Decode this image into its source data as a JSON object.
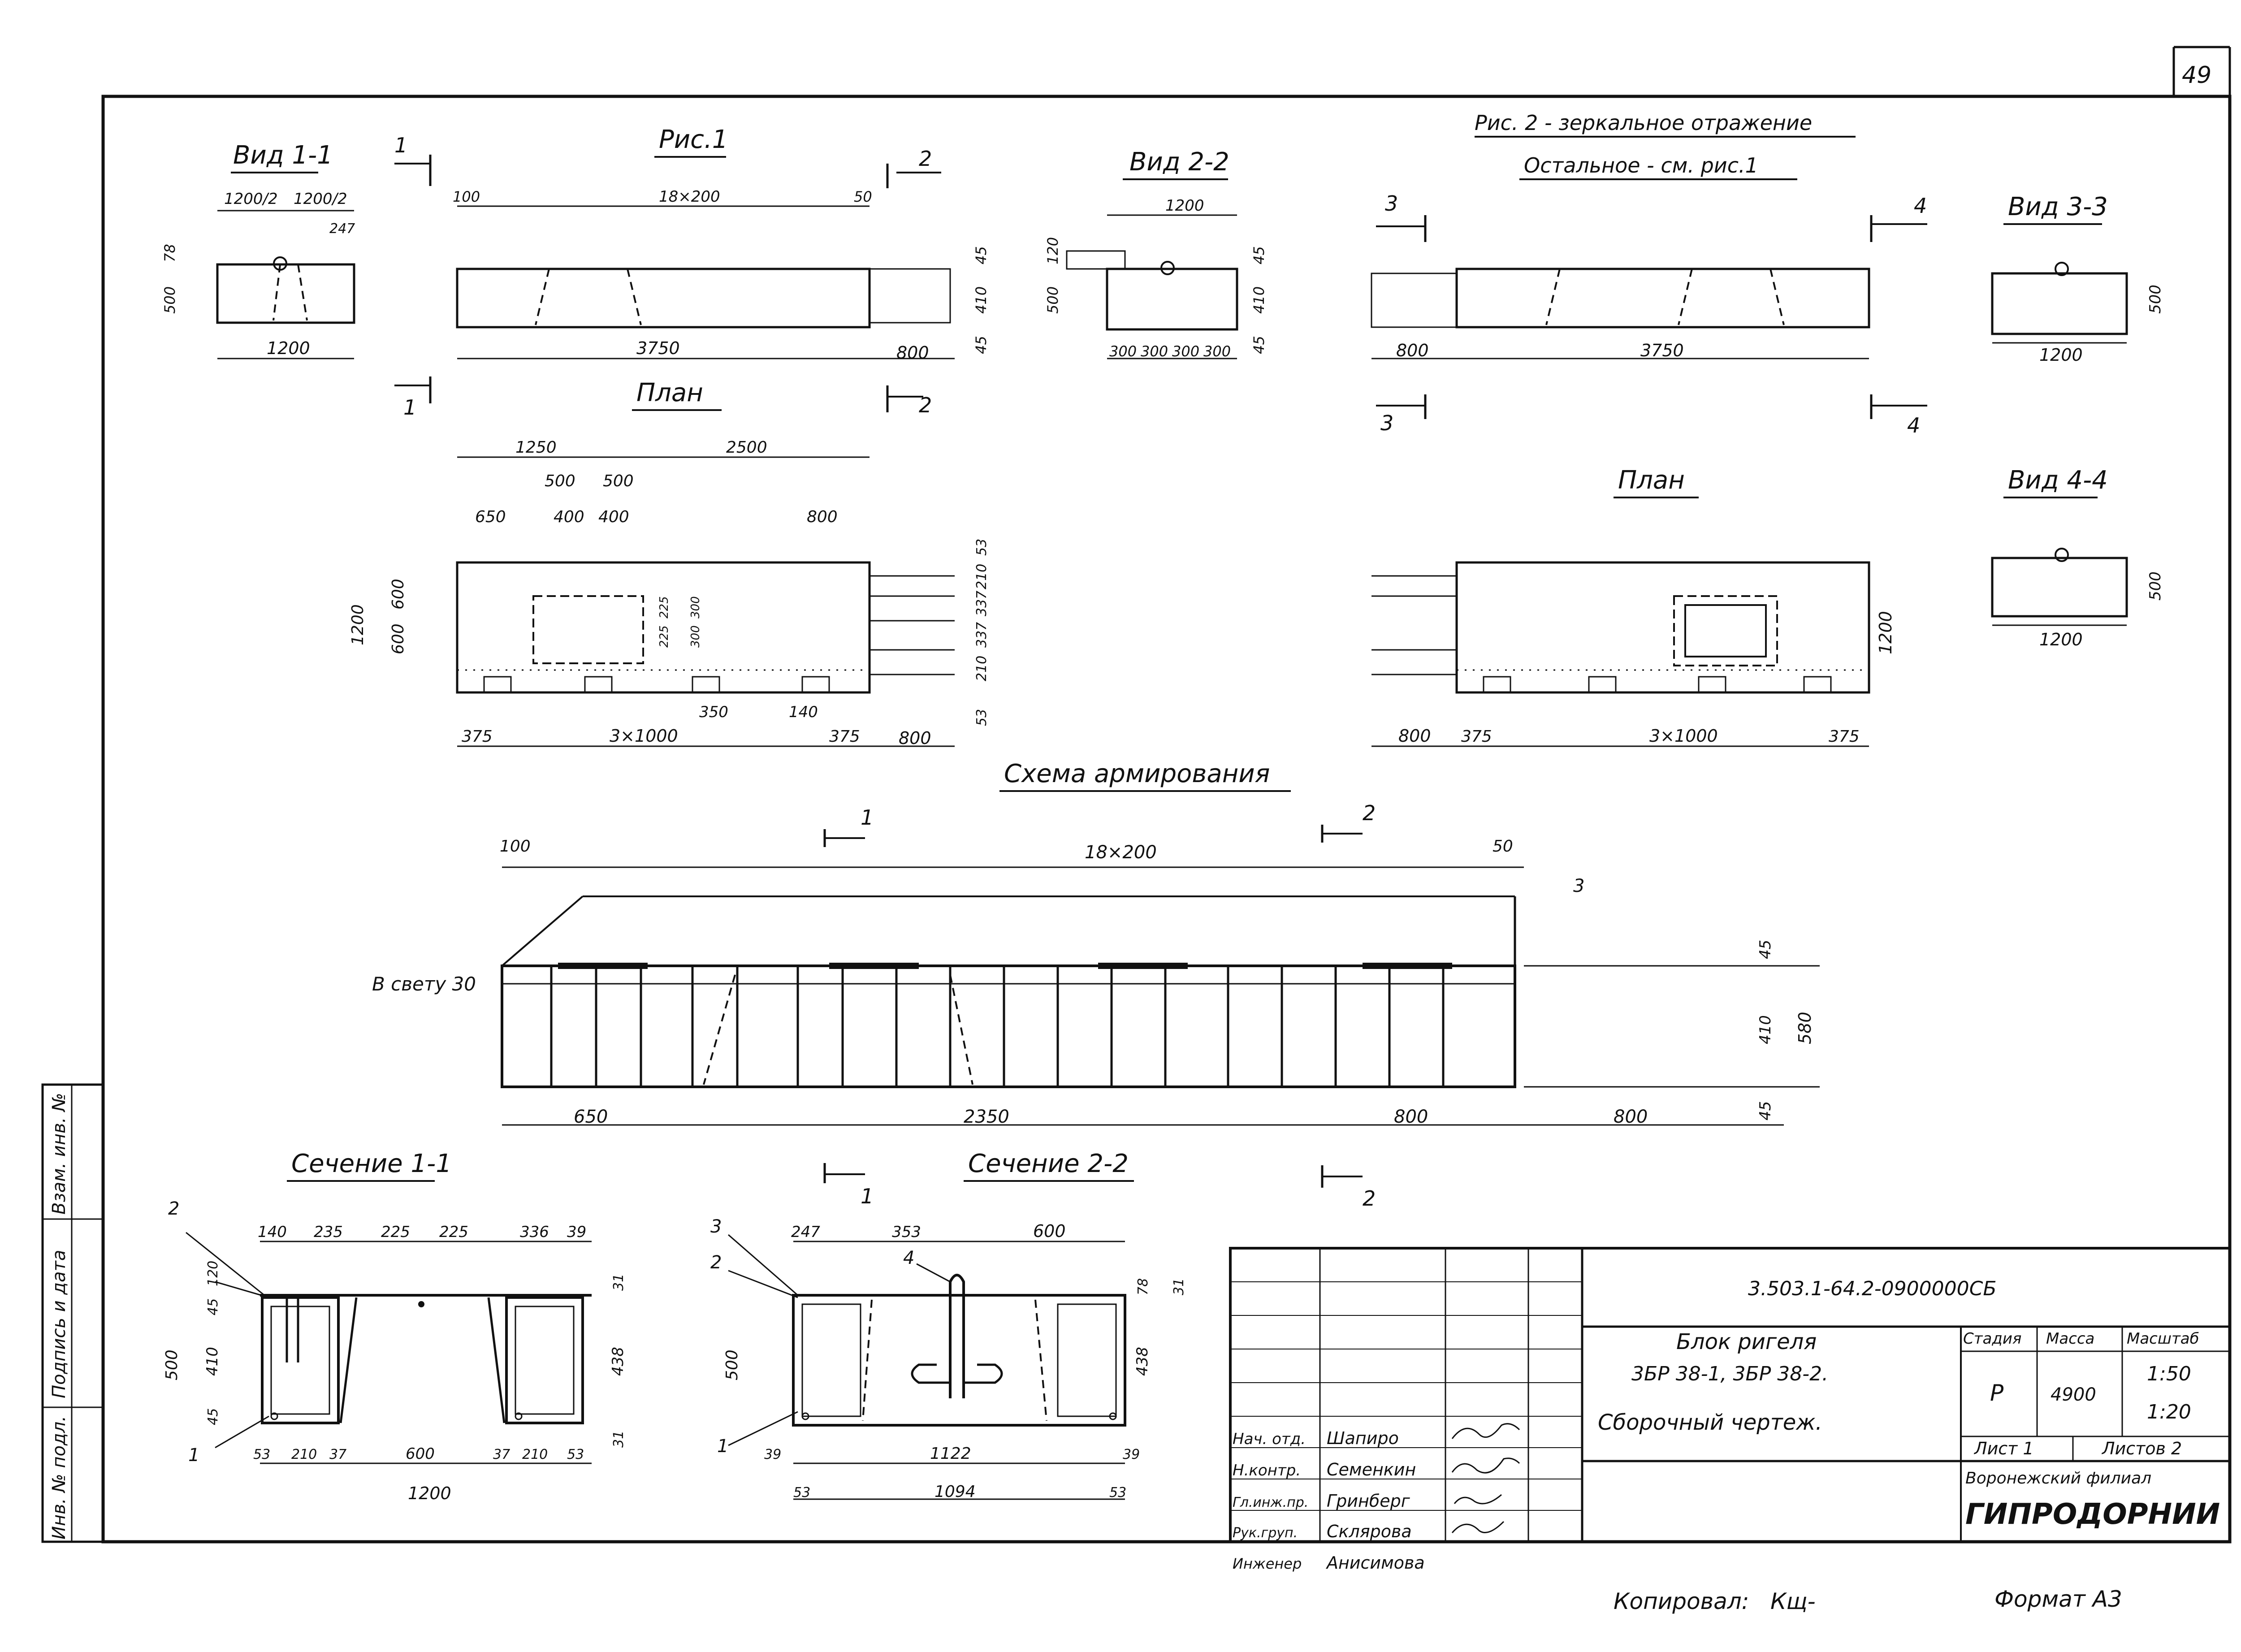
{
  "sheet_number": "49",
  "views": {
    "view_1_1": {
      "title": "Вид 1-1",
      "dims": [
        "1200/2",
        "1200/2",
        "247",
        "78",
        "500",
        "1200"
      ]
    },
    "fig_1": {
      "title": "Рис.1",
      "dims": [
        "100",
        "18×200",
        "50",
        "45",
        "410",
        "45",
        "3750",
        "800"
      ],
      "section_marks": [
        "1",
        "1",
        "2",
        "2"
      ]
    },
    "view_2_2": {
      "title": "Вид 2-2",
      "dims": [
        "1200",
        "120",
        "500",
        "45",
        "410",
        "45",
        "300",
        "300",
        "300",
        "300"
      ]
    },
    "fig_2": {
      "title": "Рис. 2 - зеркальное отражение",
      "subtitle": "Остальное - см. рис.1",
      "dims": [
        "800",
        "3750"
      ],
      "section_marks": [
        "3",
        "3",
        "4",
        "4"
      ]
    },
    "view_3_3": {
      "title": "Вид 3-3",
      "dims": [
        "500",
        "1200"
      ]
    },
    "plan_1": {
      "title": "План",
      "dims_top": [
        "1250",
        "2500",
        "500",
        "500",
        "650",
        "400",
        "400",
        "800"
      ],
      "dims_left": [
        "1200",
        "600",
        "600"
      ],
      "dims_inner": [
        "225",
        "225",
        "300",
        "300"
      ],
      "dims_right": [
        "53",
        "210",
        "337",
        "337",
        "210",
        "53"
      ],
      "dims_bottom": [
        "375",
        "3×1000",
        "375",
        "800"
      ],
      "callouts": [
        "350",
        "140"
      ]
    },
    "plan_2": {
      "title": "План",
      "dims_bottom": [
        "800",
        "375",
        "3×1000",
        "375"
      ],
      "dims_right": [
        "1200"
      ]
    },
    "view_4_4": {
      "title": "Вид 4-4",
      "dims": [
        "500",
        "1200"
      ]
    },
    "reinforcement": {
      "title": "Схема армирования",
      "dims_top": [
        "100",
        "18×200",
        "50"
      ],
      "label_clear": "В свету 30",
      "marks": [
        "1",
        "2",
        "3"
      ],
      "dims_right": [
        "45",
        "410",
        "580",
        "45"
      ],
      "dims_bottom": [
        "650",
        "2350",
        "800",
        "800"
      ],
      "bottom_marks": [
        "1",
        "2"
      ]
    },
    "section_1_1": {
      "title": "Сечение 1-1",
      "dims_top": [
        "140",
        "235",
        "225",
        "225",
        "336",
        "39"
      ],
      "dims_left": [
        "120",
        "45",
        "500",
        "410",
        "45"
      ],
      "dims_right": [
        "31",
        "438",
        "31"
      ],
      "dims_bottom": [
        "53",
        "210",
        "37",
        "600",
        "37",
        "210",
        "53"
      ],
      "total": "1200",
      "marks": [
        "2",
        "1"
      ]
    },
    "section_2_2": {
      "title": "Сечение 2-2",
      "dims_top": [
        "247",
        "353",
        "600"
      ],
      "dims_left": [
        "500"
      ],
      "dims_right": [
        "78",
        "31",
        "438"
      ],
      "dims_bottom": [
        "39",
        "1122",
        "39",
        "53",
        "1094",
        "53"
      ],
      "marks": [
        "3",
        "2",
        "4",
        "1"
      ]
    }
  },
  "title_block": {
    "code": "3.503.1-64.2-0900000СБ",
    "product_name": "Блок ригеля",
    "product_codes": "3БР 38-1, 3БР 38-2.",
    "doc_type": "Сборочный чертеж.",
    "stage_header": "Стадия",
    "mass_header": "Масса",
    "scale_header": "Масштаб",
    "stage": "Р",
    "mass": "4900",
    "scale_1": "1:50",
    "scale_2": "1:20",
    "sheet_label": "Лист 1",
    "sheets_label": "Листов 2",
    "org_branch": "Воронежский филиал",
    "org_name": "ГИПРОДОРНИИ",
    "staff": [
      {
        "role": "Нач. отд.",
        "name": "Шапиро"
      },
      {
        "role": "Н.контр.",
        "name": "Семенкин"
      },
      {
        "role": "Гл.инж.пр.",
        "name": "Гринберг"
      },
      {
        "role": "Рук.груп.",
        "name": "Склярова"
      },
      {
        "role": "Инженер",
        "name": "Анисимова"
      }
    ]
  },
  "side_stamp": [
    "Инв. № подл.",
    "Подпись и дата",
    "Взам. инв. №"
  ],
  "footer": {
    "copied": "Копировал:",
    "copied_sign": "Кщ-",
    "format": "Формат А3"
  }
}
